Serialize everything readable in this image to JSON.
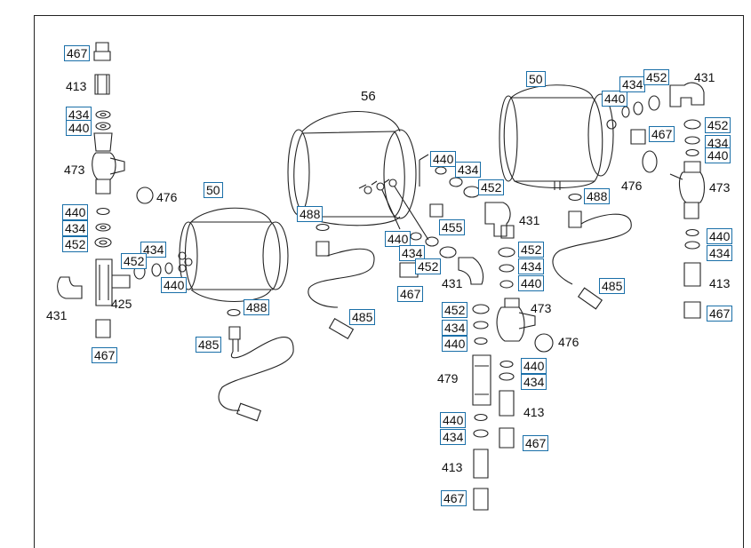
{
  "callouts": {
    "c467_a": "467",
    "c413_a": "413",
    "c434_a": "434",
    "c440_a": "440",
    "c473_a": "473",
    "c476_a": "476",
    "c50_a": "50",
    "c440_b": "440",
    "c434_b": "434",
    "c452_a": "452",
    "c434_c": "434",
    "c452_b": "452",
    "c440_c": "440",
    "c431_a": "431",
    "c425": "425",
    "c467_b": "467",
    "c488_a": "488",
    "c485_a": "485",
    "c56": "56",
    "c488_b": "488",
    "c485_b": "485",
    "c440_d": "440",
    "c434_d": "434",
    "c452_c": "452",
    "c455": "455",
    "c440_e": "440",
    "c434_e": "434",
    "c452_d": "452",
    "c467_c": "467",
    "c431_b": "431",
    "c431_c": "431",
    "c50_b": "50",
    "c440_f": "440",
    "c434_f": "434",
    "c452_e": "452",
    "c431_d": "431",
    "c467_d": "467",
    "c476_b": "476",
    "c488_c": "488",
    "c452_f": "452",
    "c434_g": "434",
    "c440_g": "440",
    "c473_b": "473",
    "c452_g": "452",
    "c434_h": "434",
    "c440_h": "440",
    "c440_i": "440",
    "c434_i": "434",
    "c413_b": "413",
    "c467_e": "467",
    "c485_c": "485",
    "c452_h": "452",
    "c434_j": "434",
    "c440_j": "440",
    "c473_c": "473",
    "c476_c": "476",
    "c479": "479",
    "c440_k": "440",
    "c434_k": "434",
    "c413_c": "413",
    "c440_l": "440",
    "c434_l": "434",
    "c467_f": "467",
    "c413_d": "413",
    "c467_g": "467"
  }
}
